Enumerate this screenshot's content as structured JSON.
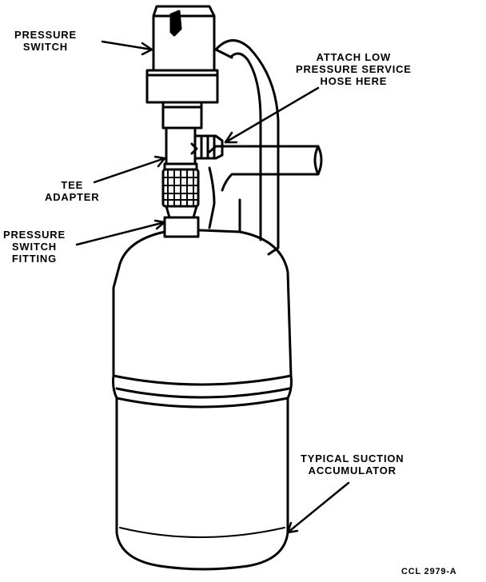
{
  "labels": {
    "pressure_switch": [
      "PRESSURE",
      "SWITCH"
    ],
    "attach_hose": [
      "ATTACH LOW",
      "PRESSURE SERVICE",
      "HOSE HERE"
    ],
    "tee_adapter": [
      "TEE",
      "ADAPTER"
    ],
    "pressure_switch_fitting": [
      "PRESSURE",
      "SWITCH",
      "FITTING"
    ],
    "accumulator": [
      "TYPICAL SUCTION",
      "ACCUMULATOR"
    ]
  },
  "figure_code": "CCL 2979-A"
}
